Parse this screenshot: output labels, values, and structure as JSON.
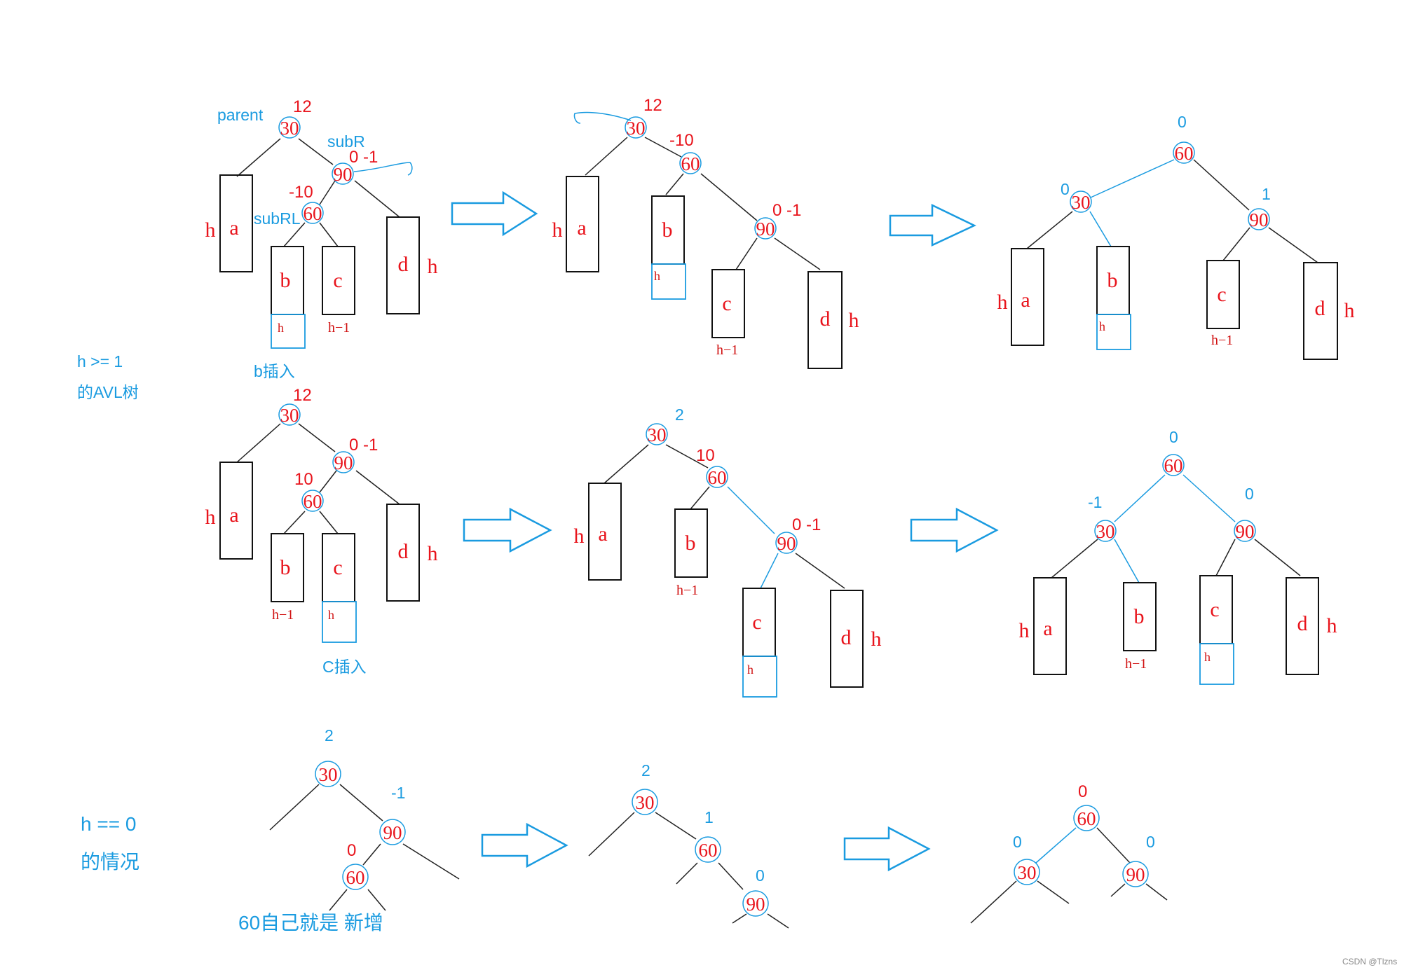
{
  "labels": {
    "h_ge_1": "h >= 1",
    "avl_tree": "的AVL树",
    "b_insert": "b插入",
    "c_insert": "C插入",
    "h_eq_0": "h == 0",
    "case": "的情况",
    "sixty_new": "60自己就是 新增",
    "parent": "parent",
    "subR": "subR",
    "subRL": "subRL",
    "watermark": "CSDN @Tlzns"
  },
  "nodes": {
    "n30": "30",
    "n60": "60",
    "n90": "90"
  },
  "subtrees": {
    "a": "a",
    "b": "b",
    "c": "c",
    "d": "d",
    "h": "h",
    "hm1": "h−1"
  },
  "balance_factors": {
    "r1d1_30": "12",
    "r1d1_90": "0 -1",
    "r1d1_60": "-10",
    "r1d2_30": "12",
    "r1d2_60": "-10",
    "r1d2_90": "0 -1",
    "r1d3_60": "0",
    "r1d3_30": "0",
    "r1d3_90": "1",
    "r2d1_30": "12",
    "r2d1_90": "0 -1",
    "r2d1_60": "10",
    "r2d2_30": "2",
    "r2d2_60": "10",
    "r2d2_90": "0 -1",
    "r2d3_60": "0",
    "r2d3_30": "-1",
    "r2d3_90": "0",
    "r3d1_30": "2",
    "r3d1_90": "-1",
    "r3d1_60": "0",
    "r3d2_30": "2",
    "r3d2_60": "1",
    "r3d2_90": "0",
    "r3d3_60": "0",
    "r3d3_30": "0",
    "r3d3_90": "0"
  },
  "colors": {
    "accent": "#1a9be0",
    "node_text": "#e8141c",
    "line": "#222222"
  }
}
